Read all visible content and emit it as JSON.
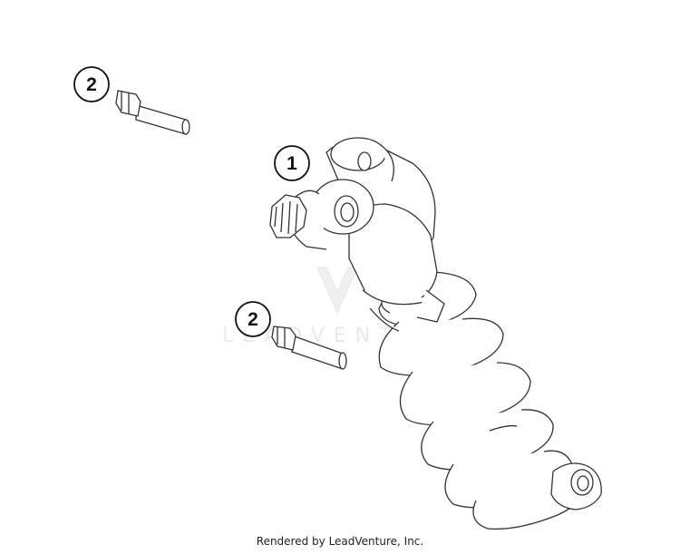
{
  "diagram": {
    "callouts": [
      {
        "id": "callout-1",
        "label": "1"
      },
      {
        "id": "callout-2-top",
        "label": "2"
      },
      {
        "id": "callout-2-mid",
        "label": "2"
      }
    ],
    "watermark": "LEADVENTURE",
    "footer": "Rendered by LeadVenture, Inc."
  }
}
